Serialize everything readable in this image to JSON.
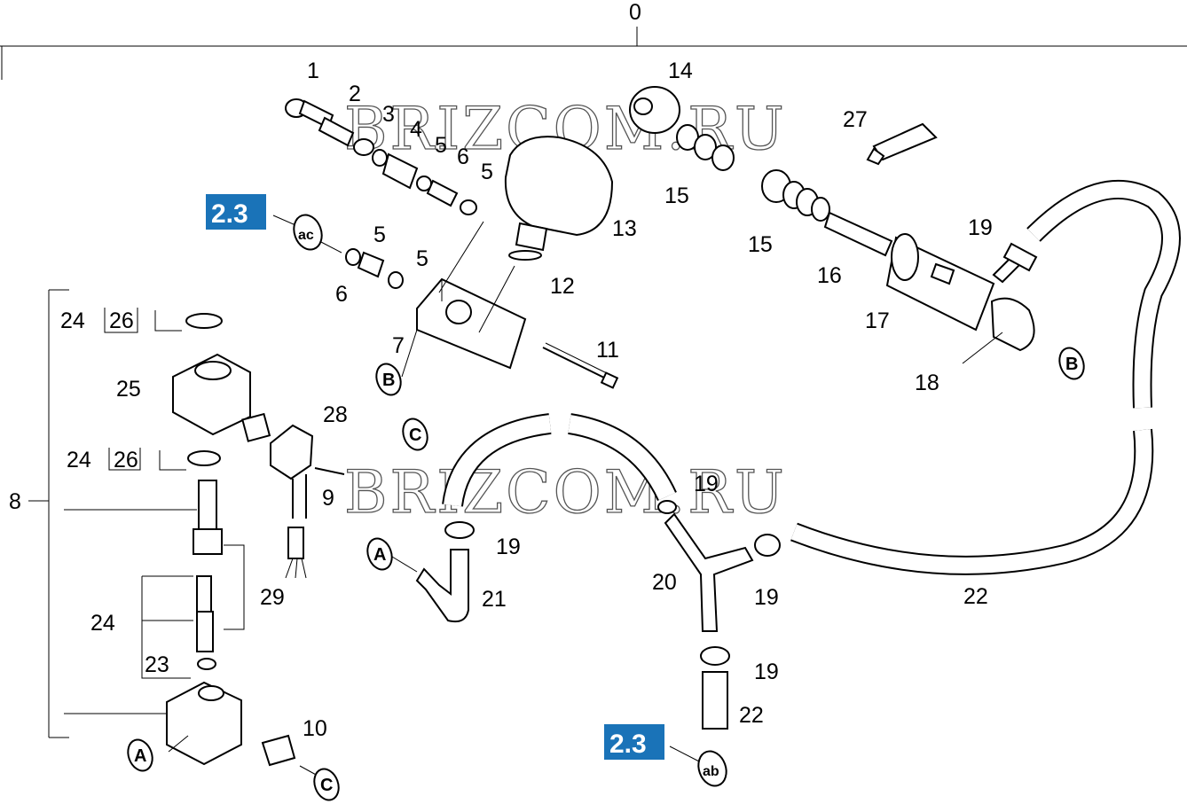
{
  "root_label": "0",
  "group_label": "8",
  "watermark": "BRIZCOM.RU",
  "section_badges": [
    {
      "id": "badge-top",
      "text": "2.3",
      "ref": "ac"
    },
    {
      "id": "badge-bottom",
      "text": "2.3",
      "ref": "ab"
    }
  ],
  "connectors": [
    "A",
    "B",
    "C"
  ],
  "part_labels": [
    "1",
    "2",
    "3",
    "4",
    "5",
    "5",
    "5",
    "5",
    "6",
    "6",
    "7",
    "9",
    "10",
    "11",
    "12",
    "13",
    "14",
    "15",
    "15",
    "16",
    "17",
    "18",
    "19",
    "19",
    "19",
    "19",
    "19",
    "20",
    "21",
    "22",
    "22",
    "23",
    "24",
    "24",
    "24",
    "25",
    "26",
    "26",
    "27",
    "28",
    "29"
  ]
}
